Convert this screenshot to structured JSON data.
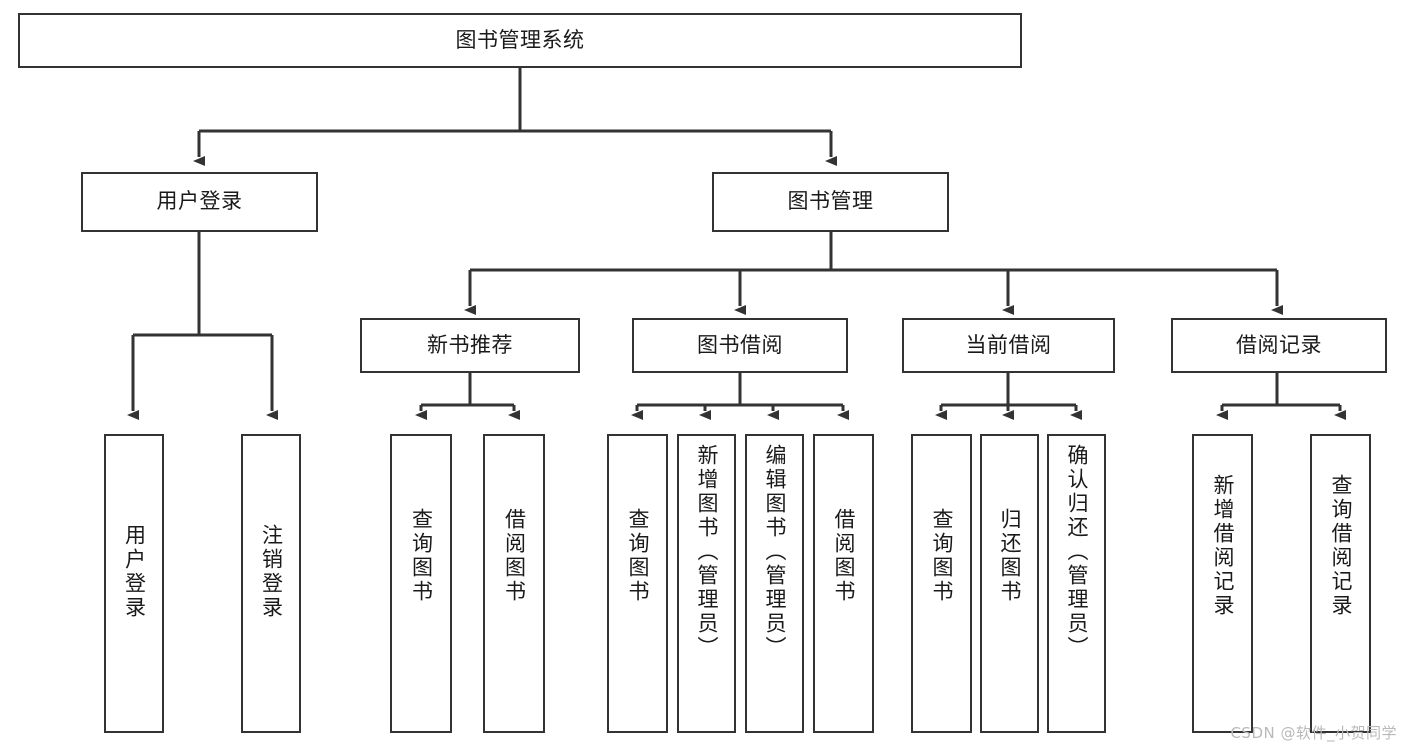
{
  "diagram": {
    "title": "图书管理系统",
    "watermark": "CSDN @软件_小贺同学",
    "colors": {
      "border": "#333333",
      "fill": "#ffffff",
      "line": "#333333",
      "text": "#1a1a1a",
      "watermark": "#b9b9b9"
    },
    "root": {
      "label": "图书管理系统"
    },
    "level2": [
      {
        "label": "用户登录"
      },
      {
        "label": "图书管理"
      }
    ],
    "level3": [
      {
        "label": "新书推荐"
      },
      {
        "label": "图书借阅"
      },
      {
        "label": "当前借阅"
      },
      {
        "label": "借阅记录"
      }
    ],
    "leaves": [
      {
        "label": "用户登录"
      },
      {
        "label": "注销登录"
      },
      {
        "label": "查询图书"
      },
      {
        "label": "借阅图书"
      },
      {
        "label": "查询图书"
      },
      {
        "label": "新增图书（管理员）"
      },
      {
        "label": "编辑图书（管理员）"
      },
      {
        "label": "借阅图书"
      },
      {
        "label": "查询图书"
      },
      {
        "label": "归还图书"
      },
      {
        "label": "确认归还（管理员）"
      },
      {
        "label": "新增借阅记录"
      },
      {
        "label": "查询借阅记录"
      }
    ]
  }
}
